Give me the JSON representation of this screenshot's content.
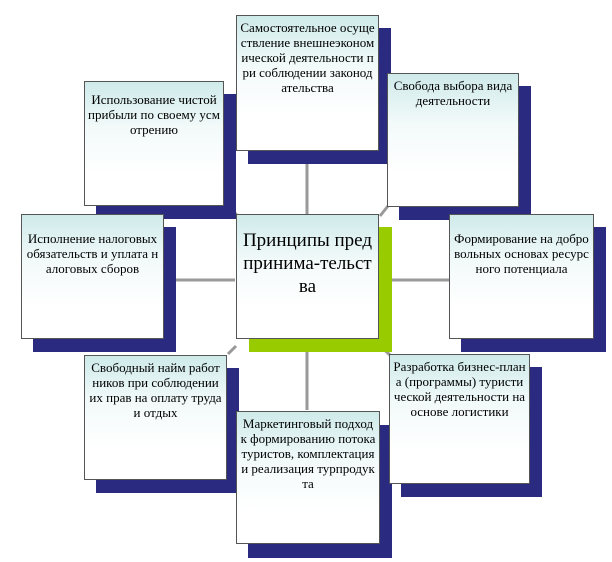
{
  "diagram": {
    "center": "Принципы предпринима-тельства",
    "nodes": [
      {
        "id": "top",
        "text": "Самостоятельное осуществление внешнеэкономической деятельности при соблюдении законодательства"
      },
      {
        "id": "top-right",
        "text": "Свобода выбора вида деятельности"
      },
      {
        "id": "right",
        "text": "Формирование на добровольных основах ресурсного потенциала"
      },
      {
        "id": "bottom-right",
        "text": "Разработка бизнес-плана (программы) туристической деятельности на основе логистики"
      },
      {
        "id": "bottom",
        "text": "Маркетинговый подход к формированию потока туристов, комплектация и реализация турпродукта"
      },
      {
        "id": "bottom-left",
        "text": "Свободный найм работников при соблюдении их прав на оплату труда и отдых"
      },
      {
        "id": "left",
        "text": "Исполнение налоговых обязательств и уплата налоговых сборов"
      },
      {
        "id": "top-left",
        "text": "Использование чистой прибыли по своему усмотрению"
      }
    ],
    "colors": {
      "shadow": "#2a2a80",
      "center_shadow": "#99cc00",
      "connector": "#999999",
      "gradient_top": "#cfeaea"
    }
  }
}
